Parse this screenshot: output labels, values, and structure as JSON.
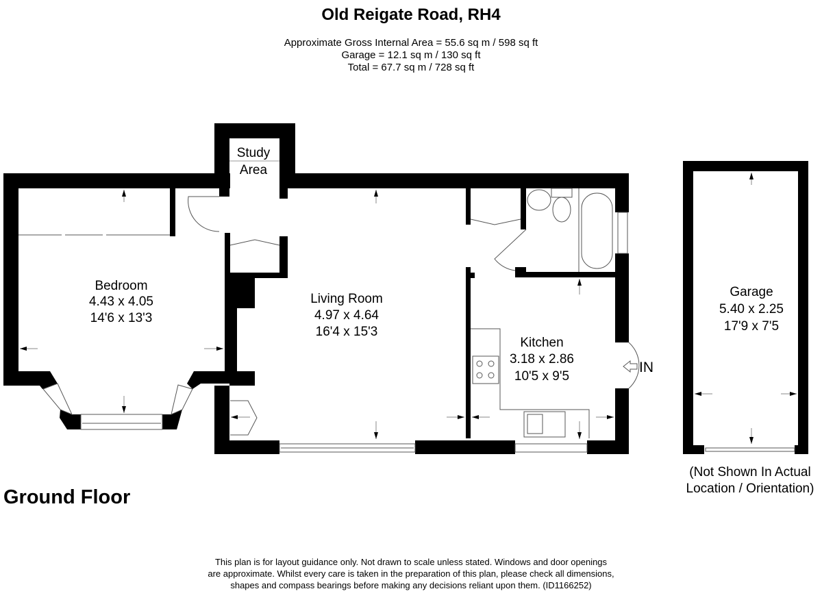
{
  "header": {
    "title": "Old Reigate Road, RH4",
    "gross_area": "Approximate Gross Internal Area = 55.6 sq m / 598 sq ft",
    "garage_area": "Garage = 12.1 sq m / 130 sq ft",
    "total_area": "Total = 67.7 sq m / 728 sq ft"
  },
  "rooms": {
    "study": {
      "line1": "Study",
      "line2": "Area"
    },
    "bedroom": {
      "name": "Bedroom",
      "metric": "4.43 x 4.05",
      "imperial": "14'6 x 13'3"
    },
    "living": {
      "name": "Living Room",
      "metric": "4.97 x 4.64",
      "imperial": "16'4 x 15'3"
    },
    "kitchen": {
      "name": "Kitchen",
      "metric": "3.18 x 2.86",
      "imperial": "10'5 x 9'5"
    },
    "garage": {
      "name": "Garage",
      "metric": "5.40 x 2.25",
      "imperial": "17'9 x 7'5"
    }
  },
  "entrance": "IN",
  "floor_label": "Ground Floor",
  "garage_note": {
    "line1": "(Not Shown In Actual",
    "line2": "Location / Orientation)"
  },
  "disclaimer": {
    "line1": "This plan is for layout guidance only. Not drawn to scale unless stated. Windows and door openings",
    "line2": "are approximate. Whilst every care is taken in the preparation of this plan, please check all dimensions,",
    "line3": "shapes and compass bearings before making any decisions reliant upon them. (ID1166252)"
  }
}
